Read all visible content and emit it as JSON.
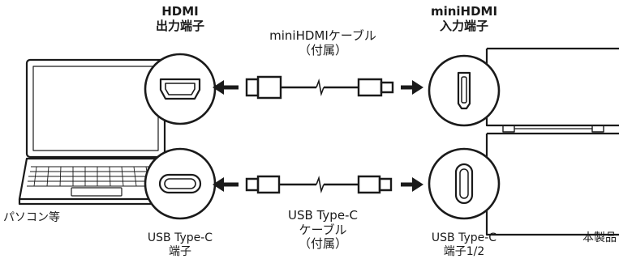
{
  "labels": {
    "hdmi_out": [
      "HDMI",
      "出力端子"
    ],
    "minihdmi_in": [
      "miniHDMI",
      "入力端子"
    ],
    "hdmi_cable": [
      "miniHDMIケーブル",
      "（付属）"
    ],
    "usbc_cable": [
      "USB Type-C",
      "ケーブル",
      "（付属）"
    ],
    "pc": "パソコン等",
    "pc_port": [
      "USB Type-C",
      "端子"
    ],
    "product_port": [
      "USB Type-C",
      "端子1/2"
    ],
    "product": "本製品"
  },
  "icons": {
    "laptop": "laptop-icon",
    "monitor": "portable-monitor-icon",
    "hdmi_port": "hdmi-port-icon",
    "minihdmi_port": "minihdmi-port-icon",
    "usbc_port": "usb-c-port-icon",
    "arrow": "arrow-icon",
    "cable": "cable-icon"
  },
  "colors": {
    "line": "#1a1a1a",
    "fill": "#ffffff"
  }
}
